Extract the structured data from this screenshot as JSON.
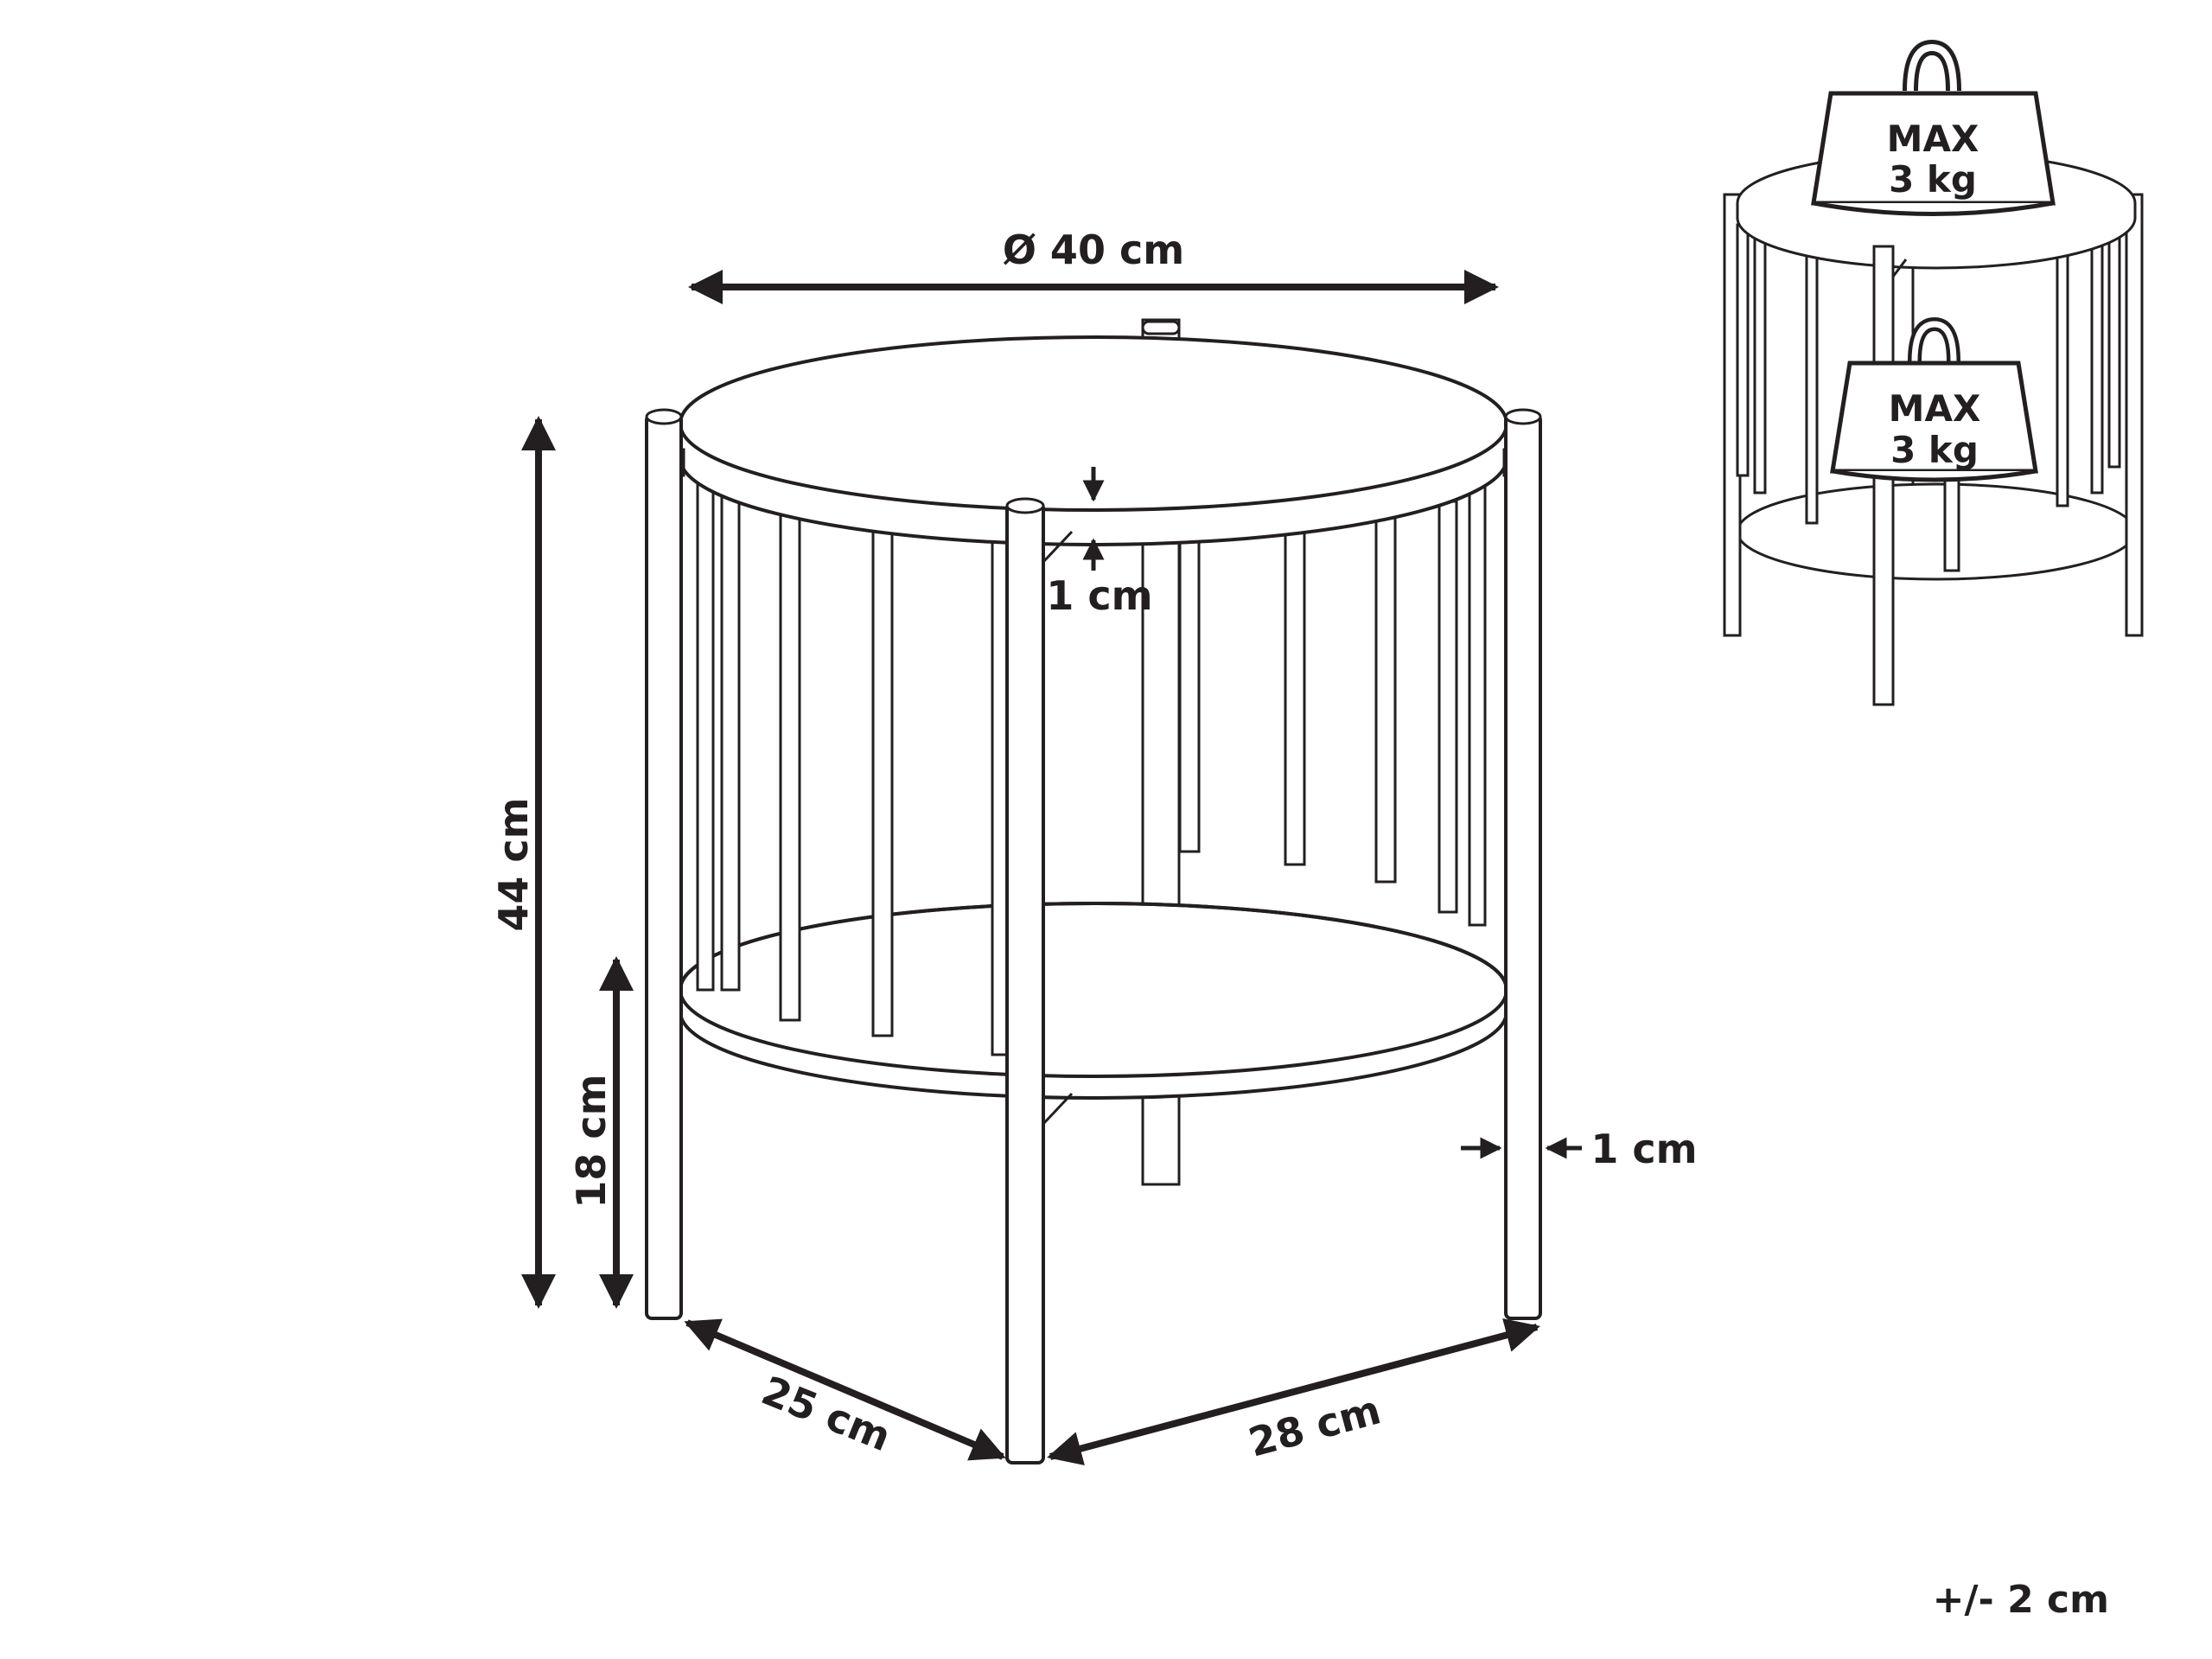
{
  "dimensions": {
    "diameter": "Ø 40 cm",
    "height": "44 cm",
    "shelf_height": "18 cm",
    "top_thickness": "1 cm",
    "leg_thickness": "1 cm",
    "depth": "25 cm",
    "width": "28 cm"
  },
  "weights": {
    "top": {
      "line1": "MAX",
      "line2": "3 kg"
    },
    "shelf": {
      "line1": "MAX",
      "line2": "3 kg"
    }
  },
  "tolerance": "+/- 2 cm",
  "colors": {
    "stroke": "#231f20",
    "background": "#ffffff"
  }
}
